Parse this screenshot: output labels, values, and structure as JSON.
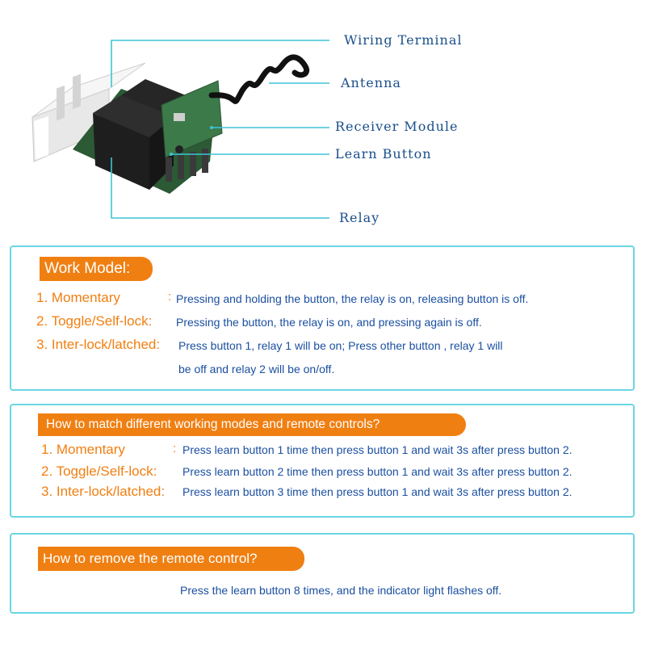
{
  "callouts": {
    "wiring_terminal": "Wiring Terminal",
    "antenna": "Antenna",
    "receiver_module": "Receiver Module",
    "learn_button": "Learn Button",
    "relay": "Relay"
  },
  "work_model": {
    "heading": "Work Model:",
    "items": [
      {
        "label": "1. Momentary",
        "sep": ":",
        "desc": "Pressing and holding the button, the relay is on, releasing button is off."
      },
      {
        "label": "2. Toggle/Self-lock:",
        "desc": "Pressing the button, the relay is on, and pressing again is off."
      },
      {
        "label": "3. Inter-lock/latched:",
        "desc": "Press button 1, relay 1 will be on; Press  other button , relay 1 will",
        "desc2": "be off and relay 2 will be on/off."
      }
    ]
  },
  "match": {
    "heading": "How to match different working modes and remote controls?",
    "items": [
      {
        "label": "1. Momentary",
        "sep": ":",
        "desc": "Press learn button 1 time then press button 1 and wait 3s after press button 2."
      },
      {
        "label": "2. Toggle/Self-lock:",
        "desc": "Press learn button 2 time then press button 1 and wait 3s after press button 2."
      },
      {
        "label": "3. Inter-lock/latched:",
        "desc": "Press learn button 3 time then press button 1 and wait 3s after press button 2."
      }
    ]
  },
  "remove": {
    "heading": "How to remove the remote control?",
    "desc": "Press the learn button 8 times, and the indicator light flashes off."
  },
  "colors": {
    "accent_orange": "#f07f12",
    "panel_border": "#6ad6e4",
    "text_blue": "#1b4fa0",
    "callout_line": "#3fc3d9"
  }
}
